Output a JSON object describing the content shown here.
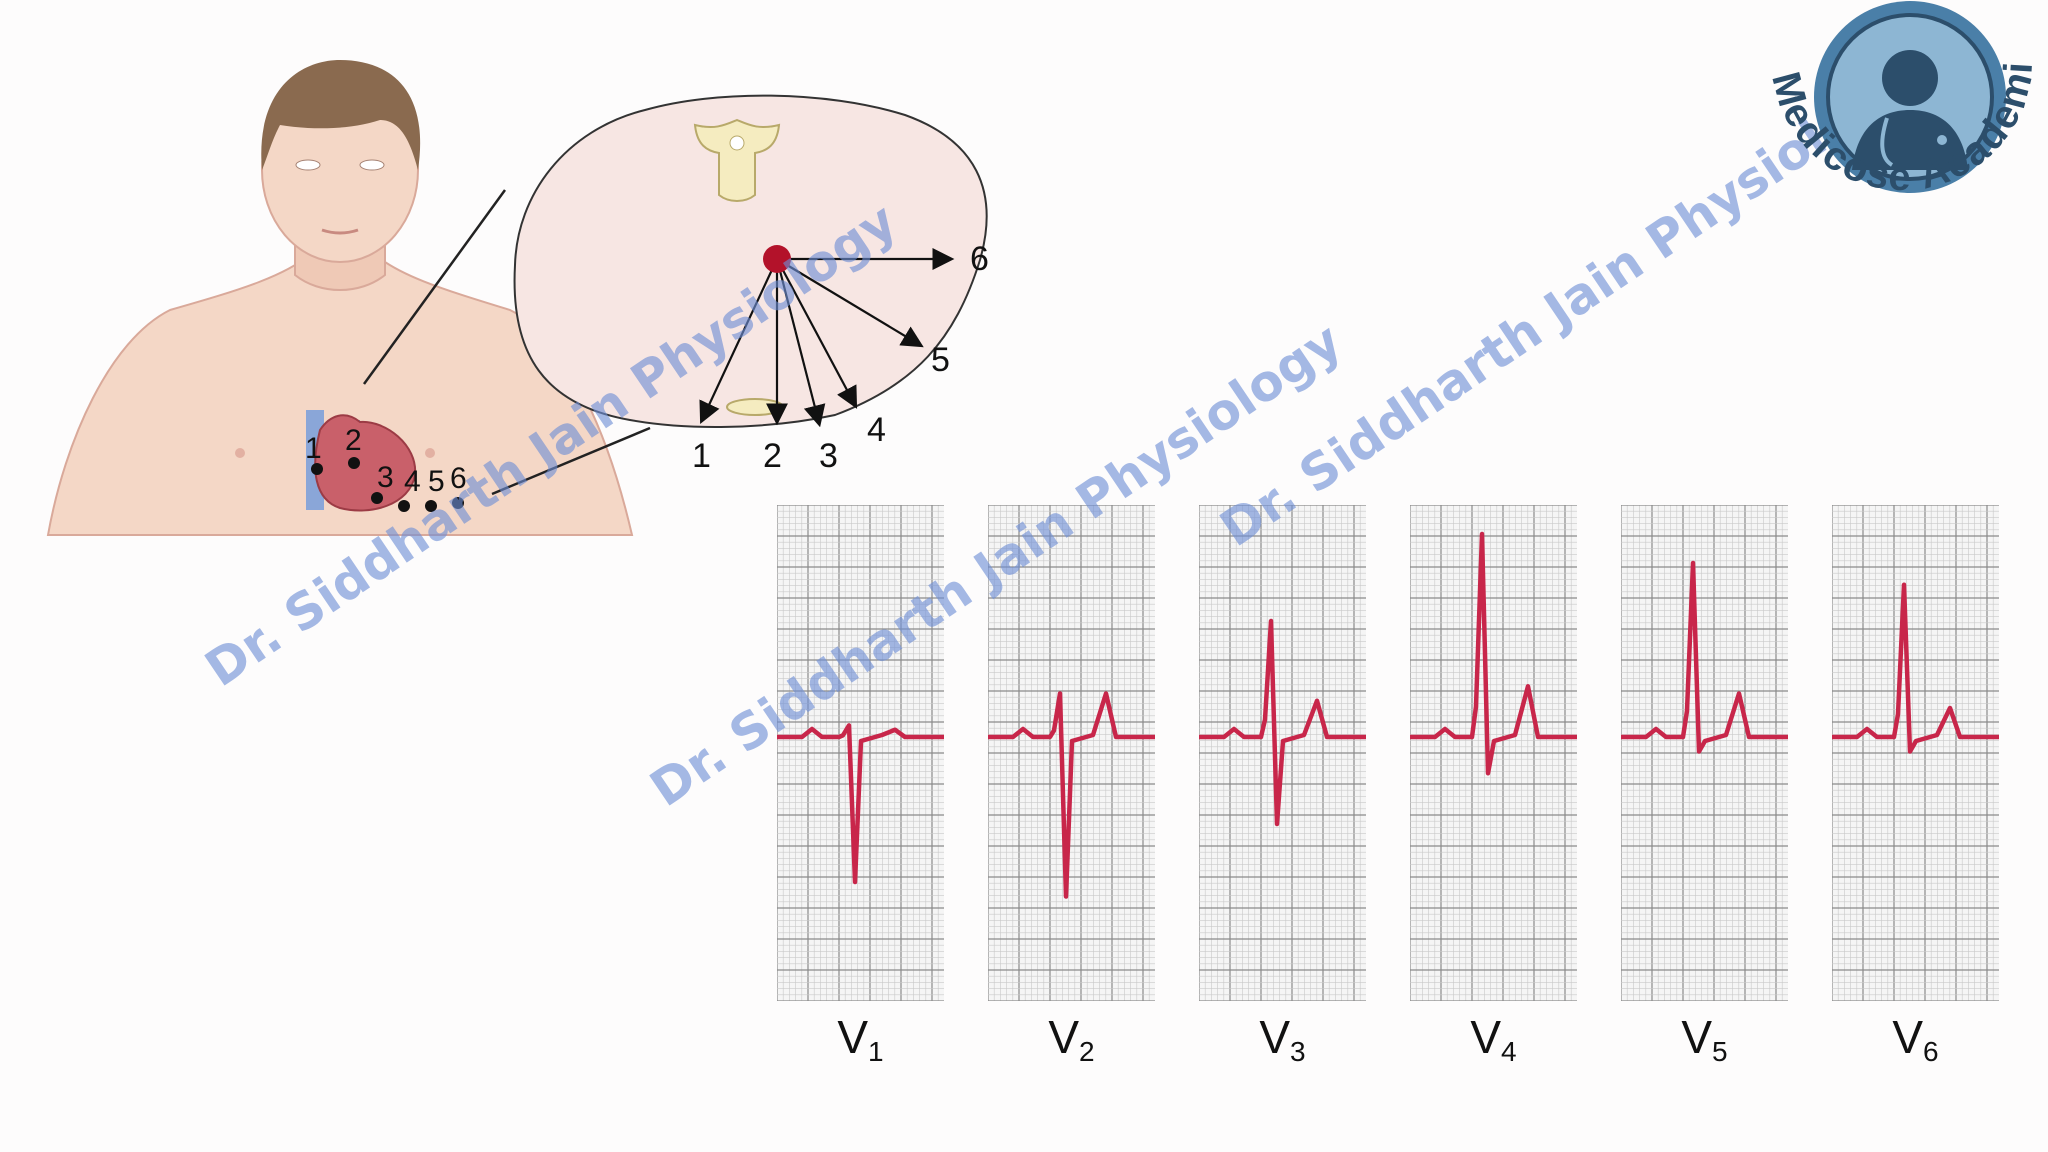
{
  "slide": {
    "watermark_text": "Dr. Siddharth Jain Physiology",
    "brand_name": "Medicose Academics"
  },
  "cross_section": {
    "electrode_numbers": [
      "1",
      "2",
      "3",
      "4",
      "5",
      "6"
    ]
  },
  "torso": {
    "electrode_numbers": [
      "1",
      "2",
      "3",
      "4",
      "5",
      "6"
    ]
  },
  "ecg_leads": [
    {
      "label": "V",
      "sub": "1",
      "r": 0.08,
      "s": -1.0,
      "t": 0.05
    },
    {
      "label": "V",
      "sub": "2",
      "r": 0.3,
      "s": -1.1,
      "t": 0.3
    },
    {
      "label": "V",
      "sub": "3",
      "r": 0.8,
      "s": -0.6,
      "t": 0.25
    },
    {
      "label": "V",
      "sub": "4",
      "r": 1.4,
      "s": -0.25,
      "t": 0.35
    },
    {
      "label": "V",
      "sub": "5",
      "r": 1.2,
      "s": -0.1,
      "t": 0.3
    },
    {
      "label": "V",
      "sub": "6",
      "r": 1.05,
      "s": -0.1,
      "t": 0.2
    }
  ],
  "colors": {
    "ecg_trace": "#c8264a",
    "grid_major": "#8a8a8a",
    "grid_minor": "#c9c9c9",
    "watermark": "#6f8fd6",
    "logo_blue": "#4a7fa8",
    "logo_dark": "#2c4e6b"
  },
  "icons": {
    "logo": "doctor-avatar-icon"
  }
}
